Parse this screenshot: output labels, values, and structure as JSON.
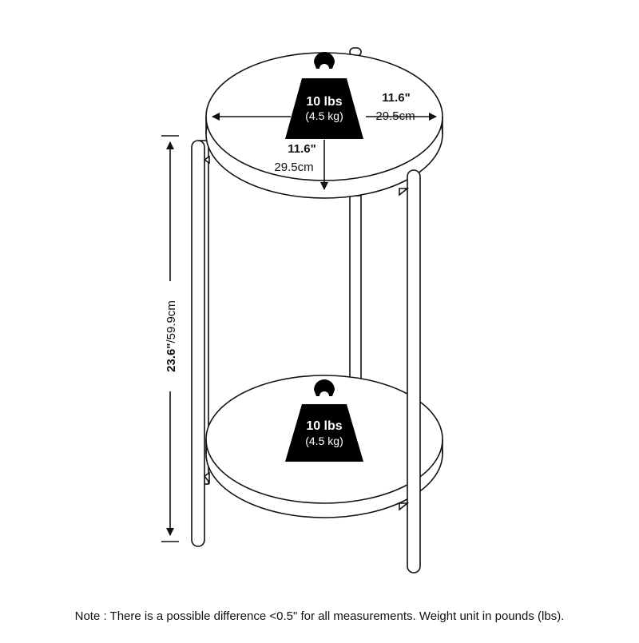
{
  "top_shelf": {
    "weight_lbs": "10 lbs",
    "weight_kg": "(4.5 kg)",
    "width_in": "11.6\"",
    "width_cm": "29.5cm",
    "depth_in": "11.6\"",
    "depth_cm": "29.5cm"
  },
  "bottom_shelf": {
    "weight_lbs": "10 lbs",
    "weight_kg": "(4.5 kg)"
  },
  "height": {
    "inch": "23.6\"",
    "cm": "/59.9cm"
  },
  "note": "Note : There is a possible difference <0.5\" for all measurements. Weight unit in pounds (lbs).",
  "colors": {
    "line": "#111111",
    "weight_fill": "#000000",
    "weight_text": "#ffffff"
  }
}
